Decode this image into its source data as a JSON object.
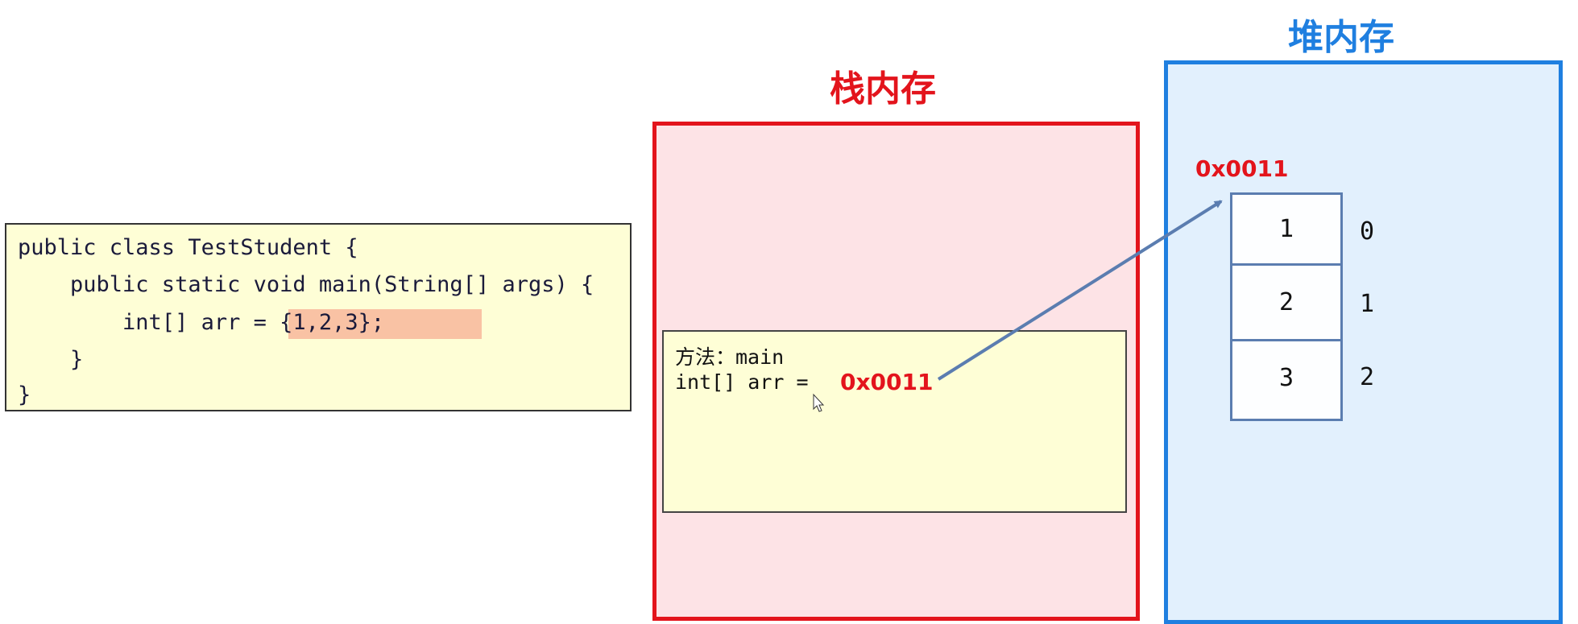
{
  "code": {
    "lines": [
      "public class TestStudent {",
      "    public static void main(String[] args) {",
      "        int[] arr = {1,2,3};",
      "    }",
      "}"
    ],
    "highlight_color": "#f9c2a4"
  },
  "stack": {
    "title": "栈内存",
    "title_color": "#e3141c",
    "frame": {
      "method_line": "方法：main",
      "var_line": "int[] arr =",
      "var_value": "0x0011"
    }
  },
  "heap": {
    "title": "堆内存",
    "title_color": "#1f7fe0",
    "address": "0x0011",
    "cells": [
      {
        "value": "1",
        "index": "0"
      },
      {
        "value": "2",
        "index": "1"
      },
      {
        "value": "3",
        "index": "2"
      }
    ]
  },
  "arrow": {
    "from": "stack-var-arr",
    "to": "heap-array",
    "color": "#5b7db0"
  },
  "cursor_icon": "mouse-pointer-icon"
}
